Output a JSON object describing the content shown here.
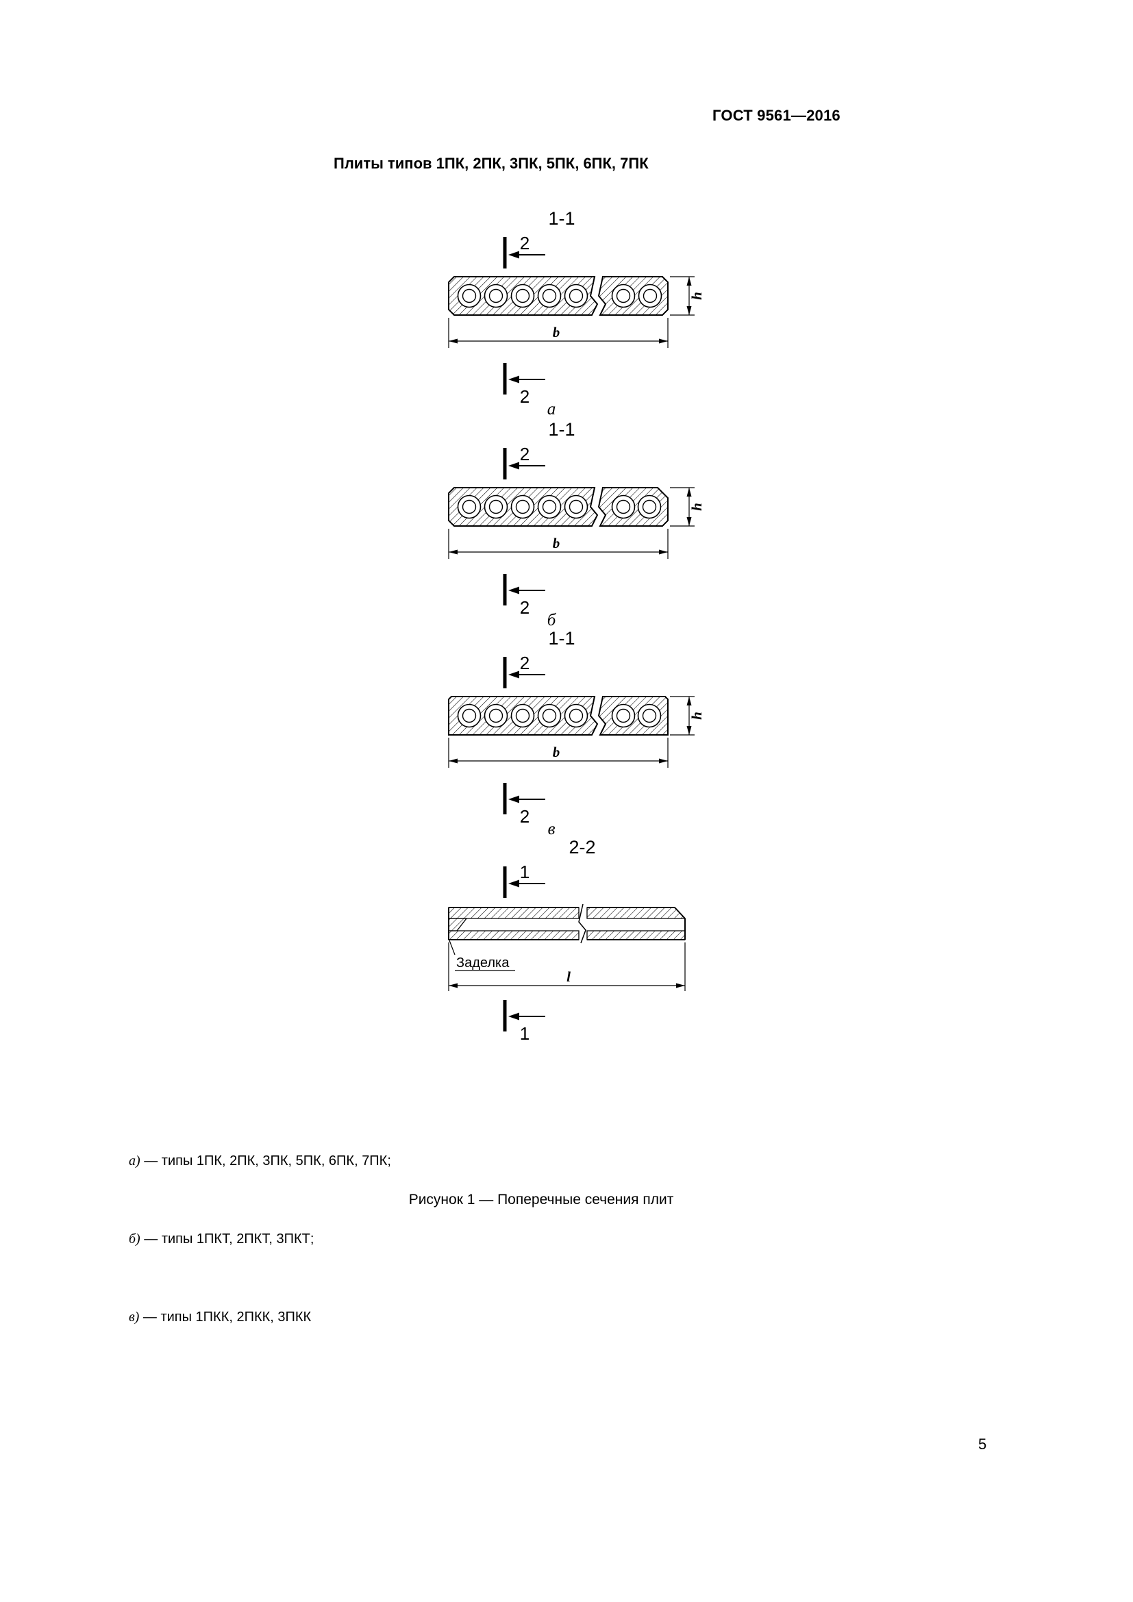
{
  "doc": {
    "header": "ГОСТ 9561—2016",
    "title": "Плиты типов 1ПК, 2ПК, 3ПК, 5ПК, 6ПК, 7ПК",
    "caption": "Рисунок 1 — Поперечные сечения плит",
    "page_number": "5"
  },
  "fig": {
    "section_1_1": "1-1",
    "section_2_2": "2-2",
    "cut_1": "1",
    "cut_2": "2",
    "dim_b": "b",
    "dim_h": "h",
    "dim_l": "l",
    "sub_a": "а",
    "sub_b": "б",
    "sub_v": "в",
    "zadelka": "Заделка"
  },
  "legend": {
    "items": [
      {
        "key": "а)",
        "text": " — типы 1ПК, 2ПК, 3ПК, 5ПК, 6ПК, 7ПК;"
      },
      {
        "key": "б)",
        "text": " — типы 1ПКТ, 2ПКТ, 3ПКТ;"
      },
      {
        "key": "в)",
        "text": " — типы 1ПКК, 2ПКК, 3ПКК"
      }
    ]
  }
}
